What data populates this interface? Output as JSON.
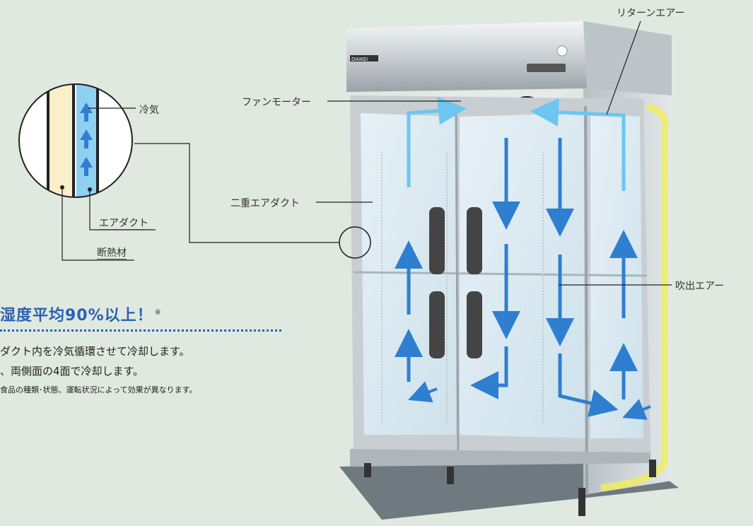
{
  "labels": {
    "return_air": "リターンエアー",
    "fan_motor": "ファンモーター",
    "double_air_duct": "二重エアダクト",
    "blow_air": "吹出エアー",
    "cool_air": "冷気",
    "air_duct": "エアダクト",
    "insulation": "断熱材",
    "brand": "DAIKEI"
  },
  "text": {
    "headline": "湿度平均90%以上！",
    "headline_note_mark": "※",
    "line1": "ダクト内を冷気循環させて冷却します。",
    "line2": "、両側面の4面で冷却します。",
    "note": "食品の種類･状態、運転状況によって効果が異なります。"
  },
  "colors": {
    "background": "#dfe9df",
    "accent": "#2a62b3",
    "airflow_down": "#2f7fd1",
    "airflow_light": "#6cc6f0",
    "return_glow": "#f2ee5a"
  }
}
